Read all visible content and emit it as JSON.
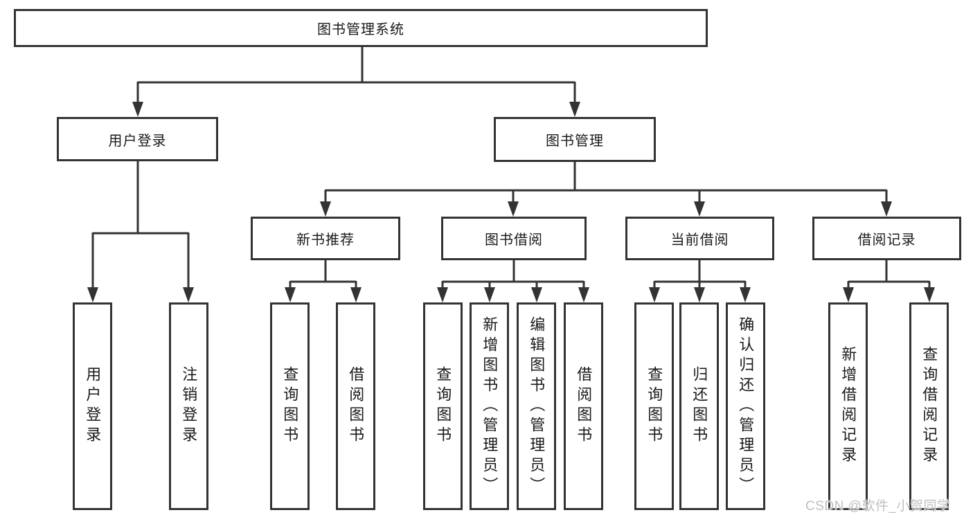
{
  "colors": {
    "line": "#333333",
    "text": "#1a1a1a",
    "background": "#ffffff",
    "watermark_text_color": "#bfbfbf"
  },
  "tree": {
    "root": {
      "label": "图书管理系统",
      "children": [
        {
          "label": "用户登录",
          "children": [
            {
              "label": "用户登录"
            },
            {
              "label": "注销登录"
            }
          ]
        },
        {
          "label": "图书管理",
          "children": [
            {
              "label": "新书推荐",
              "children": [
                {
                  "label": "查询图书"
                },
                {
                  "label": "借阅图书"
                }
              ]
            },
            {
              "label": "图书借阅",
              "children": [
                {
                  "label": "查询图书"
                },
                {
                  "label": "新增图书（管理员）"
                },
                {
                  "label": "编辑图书（管理员）"
                },
                {
                  "label": "借阅图书"
                }
              ]
            },
            {
              "label": "当前借阅",
              "children": [
                {
                  "label": "查询图书"
                },
                {
                  "label": "归还图书"
                },
                {
                  "label": "确认归还（管理员）"
                }
              ]
            },
            {
              "label": "借阅记录",
              "children": [
                {
                  "label": "新增借阅记录"
                },
                {
                  "label": "查询借阅记录"
                }
              ]
            }
          ]
        }
      ]
    }
  },
  "watermark": {
    "text": "CSDN @软件_小贺同学"
  }
}
